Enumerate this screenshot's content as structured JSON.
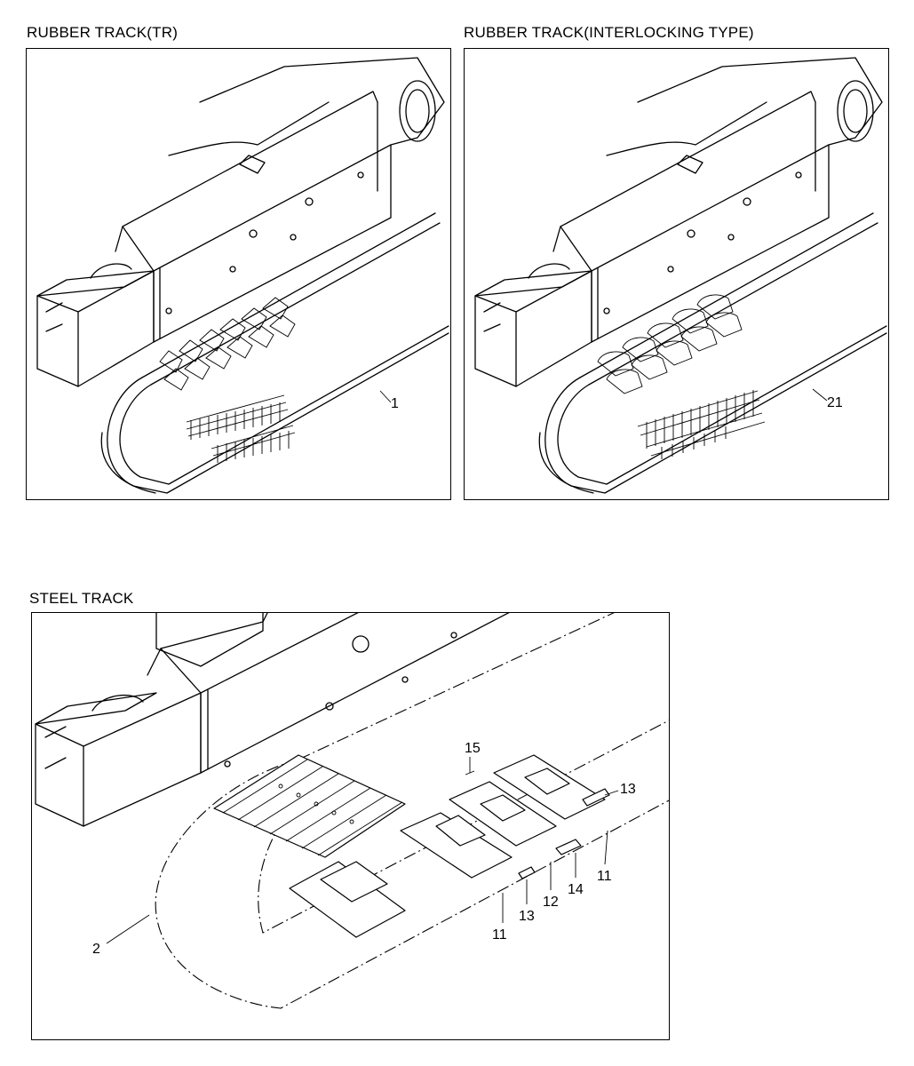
{
  "panels": {
    "rubber_tr": {
      "title": "RUBBER TRACK(TR)",
      "callouts": [
        "1"
      ]
    },
    "rubber_interlocking": {
      "title": "RUBBER TRACK(INTERLOCKING TYPE)",
      "callouts": [
        "21"
      ]
    },
    "steel": {
      "title": "STEEL TRACK",
      "callouts": [
        "15",
        "13",
        "11",
        "14",
        "12",
        "13",
        "11",
        "2"
      ]
    }
  }
}
